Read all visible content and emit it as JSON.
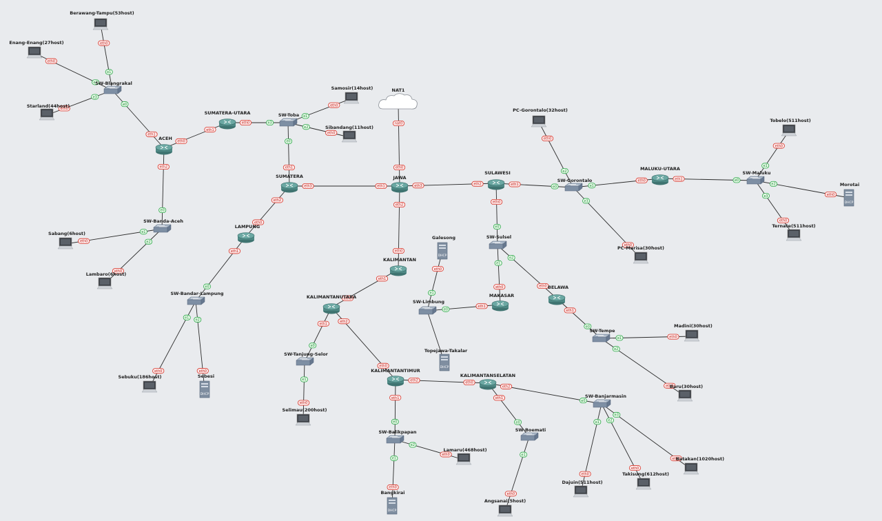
{
  "nodes": [
    {
      "id": "nat1",
      "type": "cloud",
      "label": "NAT1"
    },
    {
      "id": "jawa",
      "type": "router",
      "label": "JAWA"
    },
    {
      "id": "sumatera",
      "type": "router",
      "label": "SUMATERA"
    },
    {
      "id": "sumatera-utara",
      "type": "router",
      "label": "SUMATERA-UTARA"
    },
    {
      "id": "aceh",
      "type": "router",
      "label": "ACEH"
    },
    {
      "id": "lampung",
      "type": "router",
      "label": "LAMPUNG"
    },
    {
      "id": "sulawesi",
      "type": "router",
      "label": "SULAWESI"
    },
    {
      "id": "maluku-utara",
      "type": "router",
      "label": "MALUKU-UTARA"
    },
    {
      "id": "makasar",
      "type": "router",
      "label": "MAKASAR"
    },
    {
      "id": "belawa",
      "type": "router",
      "label": "BELAWA"
    },
    {
      "id": "kalimantan",
      "type": "router",
      "label": "KALIMANTAN"
    },
    {
      "id": "kalimantan-utara",
      "type": "router",
      "label": "KALIMANTANUTARA"
    },
    {
      "id": "kalimantan-timur",
      "type": "router",
      "label": "KALIMANTANTIMUR"
    },
    {
      "id": "kalimantan-selatan",
      "type": "router",
      "label": "KALIMANTANSELATAN"
    },
    {
      "id": "sw-toba",
      "type": "switch",
      "label": "SW-Toba"
    },
    {
      "id": "sw-blangrakal",
      "type": "switch",
      "label": "SW-Blangrakal"
    },
    {
      "id": "sw-banda-aceh",
      "type": "switch",
      "label": "SW-Banda-Aceh"
    },
    {
      "id": "sw-bandar-lampung",
      "type": "switch",
      "label": "SW-Bandar-Lampung"
    },
    {
      "id": "sw-gorontalo",
      "type": "switch",
      "label": "SW-Gorontalo"
    },
    {
      "id": "sw-maluku",
      "type": "switch",
      "label": "SW-Maluku"
    },
    {
      "id": "sw-sulsel",
      "type": "switch",
      "label": "SW-Sulsel"
    },
    {
      "id": "sw-limbung",
      "type": "switch",
      "label": "SW-Limbung"
    },
    {
      "id": "sw-tempe",
      "type": "switch",
      "label": "SW-Tempe"
    },
    {
      "id": "sw-tanjung-selor",
      "type": "switch",
      "label": "SW-Tanjung-Selor"
    },
    {
      "id": "sw-balikpapan",
      "type": "switch",
      "label": "SW-Balikpapan"
    },
    {
      "id": "sw-banjarmasin",
      "type": "switch",
      "label": "SW-Banjarmasin"
    },
    {
      "id": "sw-boemati",
      "type": "switch",
      "label": "SW-Boemati"
    },
    {
      "id": "h-berawang",
      "type": "host",
      "label": "Berawang-Tampu(53host)"
    },
    {
      "id": "h-enang",
      "type": "host",
      "label": "Enang-Enang(27host)"
    },
    {
      "id": "h-starland",
      "type": "host",
      "label": "Starland(44host)"
    },
    {
      "id": "h-samosir",
      "type": "host",
      "label": "Samosir(14host)"
    },
    {
      "id": "h-sibandang",
      "type": "host",
      "label": "Sibandang(11host)"
    },
    {
      "id": "h-sabang",
      "type": "host",
      "label": "Sabang(6host)"
    },
    {
      "id": "h-lambaro",
      "type": "host",
      "label": "Lambaro(6host)"
    },
    {
      "id": "h-sebuku",
      "type": "host",
      "label": "Sebuku(186host)"
    },
    {
      "id": "s-sebesi",
      "type": "server",
      "label": "Sebesi"
    },
    {
      "id": "h-pc-gorontalo",
      "type": "host",
      "label": "PC-Gorontalo(32host)"
    },
    {
      "id": "h-pc-marisa",
      "type": "host",
      "label": "PC-Marisa(30host)"
    },
    {
      "id": "h-tobelo",
      "type": "host",
      "label": "Tobelo(511host)"
    },
    {
      "id": "h-ternate",
      "type": "host",
      "label": "Ternate(511host)"
    },
    {
      "id": "s-morotai",
      "type": "server",
      "label": "Morotai"
    },
    {
      "id": "s-galesong",
      "type": "server",
      "label": "Galesong"
    },
    {
      "id": "s-topejawa",
      "type": "server",
      "label": "Topejawa-Takalar"
    },
    {
      "id": "h-madini",
      "type": "host",
      "label": "Madini(30host)"
    },
    {
      "id": "h-baru",
      "type": "host",
      "label": "Baru(30host)"
    },
    {
      "id": "h-selimau",
      "type": "host",
      "label": "Selimau(200host)"
    },
    {
      "id": "h-lamaru",
      "type": "host",
      "label": "Lamaru(468host)"
    },
    {
      "id": "s-bangkirai",
      "type": "server",
      "label": "Bangkirai"
    },
    {
      "id": "h-angsanai",
      "type": "host",
      "label": "Angsanai(5host)"
    },
    {
      "id": "h-dajuin",
      "type": "host",
      "label": "Dajuin(511host)"
    },
    {
      "id": "h-takisung",
      "type": "host",
      "label": "Takisung(612host)"
    },
    {
      "id": "h-batakan",
      "type": "host",
      "label": "Batakan(1020host)"
    }
  ],
  "links": [
    {
      "a": "nat1",
      "b": "jawa",
      "ia": "nat0",
      "ib": "eth0"
    },
    {
      "a": "jawa",
      "b": "sumatera",
      "ia": "eth1",
      "ib": "eth3"
    },
    {
      "a": "jawa",
      "b": "sulawesi",
      "ia": "eth3",
      "ib": "eth2"
    },
    {
      "a": "jawa",
      "b": "kalimantan",
      "ia": "eth2",
      "ib": "eth0"
    },
    {
      "a": "sumatera",
      "b": "sw-toba",
      "ia": "eth1",
      "ib": "e0"
    },
    {
      "a": "sumatera",
      "b": "lampung",
      "ia": "eth2",
      "ib": "eth0"
    },
    {
      "a": "sumatera-utara",
      "b": "sw-toba",
      "ia": "eth0",
      "ib": "e3"
    },
    {
      "a": "sumatera-utara",
      "b": "aceh",
      "ia": "eth1",
      "ib": "eth0"
    },
    {
      "a": "sw-toba",
      "b": "h-samosir",
      "ia": "e1",
      "ib": "eth0"
    },
    {
      "a": "sw-toba",
      "b": "h-sibandang",
      "ia": "e2",
      "ib": "eth0"
    },
    {
      "a": "aceh",
      "b": "sw-blangrakal",
      "ia": "eth1",
      "ib": "e0"
    },
    {
      "a": "aceh",
      "b": "sw-banda-aceh",
      "ia": "eth2",
      "ib": "e0"
    },
    {
      "a": "sw-blangrakal",
      "b": "h-berawang",
      "ia": "e1",
      "ib": "eth0"
    },
    {
      "a": "sw-blangrakal",
      "b": "h-enang",
      "ia": "e2",
      "ib": "eth0"
    },
    {
      "a": "sw-blangrakal",
      "b": "h-starland",
      "ia": "e3",
      "ib": "eth0"
    },
    {
      "a": "sw-banda-aceh",
      "b": "h-sabang",
      "ia": "e1",
      "ib": "eth0"
    },
    {
      "a": "sw-banda-aceh",
      "b": "h-lambaro",
      "ia": "e2",
      "ib": "eth0"
    },
    {
      "a": "lampung",
      "b": "sw-bandar-lampung",
      "ia": "eth1",
      "ib": "e0"
    },
    {
      "a": "sw-bandar-lampung",
      "b": "h-sebuku",
      "ia": "e1",
      "ib": "eth0"
    },
    {
      "a": "sw-bandar-lampung",
      "b": "s-sebesi",
      "ia": "e2",
      "ib": "eth0"
    },
    {
      "a": "sulawesi",
      "b": "sw-gorontalo",
      "ia": "eth1",
      "ib": "e0"
    },
    {
      "a": "sulawesi",
      "b": "sw-sulsel",
      "ia": "eth0",
      "ib": "e0"
    },
    {
      "a": "sw-gorontalo",
      "b": "maluku-utara",
      "ia": "e1",
      "ib": "eth0"
    },
    {
      "a": "sw-gorontalo",
      "b": "h-pc-gorontalo",
      "ia": "e2",
      "ib": "eth0"
    },
    {
      "a": "sw-gorontalo",
      "b": "h-pc-marisa",
      "ia": "e3",
      "ib": "eth0"
    },
    {
      "a": "maluku-utara",
      "b": "sw-maluku",
      "ia": "eth1",
      "ib": "e0"
    },
    {
      "a": "sw-maluku",
      "b": "h-tobelo",
      "ia": "e1",
      "ib": "eth0"
    },
    {
      "a": "sw-maluku",
      "b": "s-morotai",
      "ia": "e2",
      "ib": "eth0"
    },
    {
      "a": "sw-maluku",
      "b": "h-ternate",
      "ia": "e3",
      "ib": "eth0"
    },
    {
      "a": "sw-sulsel",
      "b": "makasar",
      "ia": "e1",
      "ib": "eth0"
    },
    {
      "a": "sw-sulsel",
      "b": "belawa",
      "ia": "e2",
      "ib": "eth0"
    },
    {
      "a": "makasar",
      "b": "sw-limbung",
      "ia": "eth1",
      "ib": "e0"
    },
    {
      "a": "sw-limbung",
      "b": "s-galesong",
      "ia": "e1",
      "ib": "eth0"
    },
    {
      "a": "sw-limbung",
      "b": "s-topejawa",
      "ia": "",
      "ib": ""
    },
    {
      "a": "belawa",
      "b": "sw-tempe",
      "ia": "eth1",
      "ib": "e0"
    },
    {
      "a": "sw-tempe",
      "b": "h-madini",
      "ia": "e1",
      "ib": "eth0"
    },
    {
      "a": "sw-tempe",
      "b": "h-baru",
      "ia": "e2",
      "ib": "eth0"
    },
    {
      "a": "kalimantan",
      "b": "kalimantan-utara",
      "ia": "eth1",
      "ib": "eth0"
    },
    {
      "a": "kalimantan-utara",
      "b": "sw-tanjung-selor",
      "ia": "eth1",
      "ib": "e0"
    },
    {
      "a": "kalimantan-utara",
      "b": "kalimantan-timur",
      "ia": "eth2",
      "ib": "eth0"
    },
    {
      "a": "sw-tanjung-selor",
      "b": "h-selimau",
      "ia": "e1",
      "ib": "eth0"
    },
    {
      "a": "kalimantan-timur",
      "b": "kalimantan-selatan",
      "ia": "eth2",
      "ib": "eth0"
    },
    {
      "a": "kalimantan-timur",
      "b": "sw-balikpapan",
      "ia": "eth1",
      "ib": "e0"
    },
    {
      "a": "sw-balikpapan",
      "b": "h-lamaru",
      "ia": "e2",
      "ib": "eth0"
    },
    {
      "a": "sw-balikpapan",
      "b": "s-bangkirai",
      "ia": "e1",
      "ib": "eth0"
    },
    {
      "a": "kalimantan-selatan",
      "b": "sw-banjarmasin",
      "ia": "eth2",
      "ib": "e0"
    },
    {
      "a": "kalimantan-selatan",
      "b": "sw-boemati",
      "ia": "eth1",
      "ib": "e0"
    },
    {
      "a": "sw-boemati",
      "b": "h-angsanai",
      "ia": "e1",
      "ib": "eth0"
    },
    {
      "a": "sw-banjarmasin",
      "b": "h-dajuin",
      "ia": "e1",
      "ib": "eth0"
    },
    {
      "a": "sw-banjarmasin",
      "b": "h-takisung",
      "ia": "e2",
      "ib": "eth0"
    },
    {
      "a": "sw-banjarmasin",
      "b": "h-batakan",
      "ia": "e3",
      "ib": "eth0"
    }
  ],
  "colors": {
    "background": "#e9ebee",
    "router": "#4f8a86",
    "switch": "#7e8fa4",
    "iface_eth": "#d9372b",
    "iface_e": "#2ea84a"
  }
}
